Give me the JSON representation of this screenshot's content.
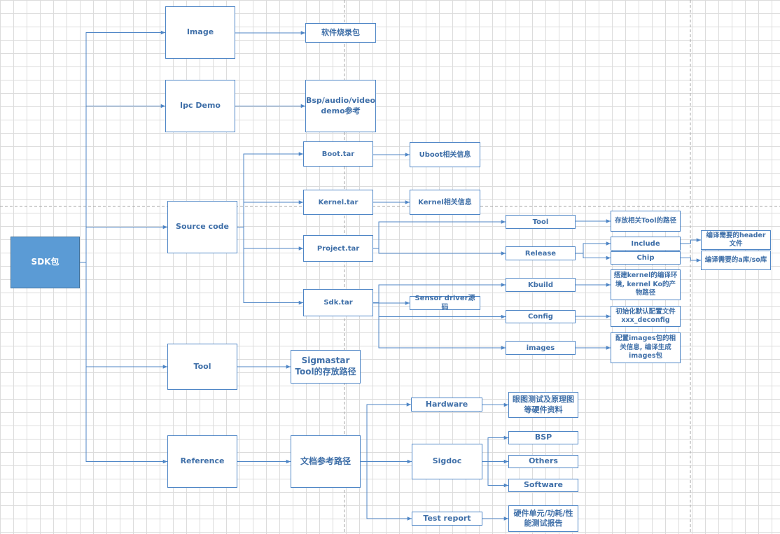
{
  "diagram": {
    "nodes": [
      {
        "id": "sdk",
        "label": "SDK包"
      },
      {
        "id": "image",
        "label": "Image"
      },
      {
        "id": "image_desc",
        "label": "软件烧录包"
      },
      {
        "id": "ipc",
        "label": "Ipc Demo"
      },
      {
        "id": "ipc_desc",
        "label": "Bsp/audio/video demo参考"
      },
      {
        "id": "source",
        "label": "Source code"
      },
      {
        "id": "boot",
        "label": "Boot.tar"
      },
      {
        "id": "boot_desc",
        "label": "Uboot相关信息"
      },
      {
        "id": "kernel",
        "label": "Kernel.tar"
      },
      {
        "id": "kernel_desc",
        "label": "Kernel相关信息"
      },
      {
        "id": "project",
        "label": "Project.tar"
      },
      {
        "id": "sdktar",
        "label": "Sdk.tar"
      },
      {
        "id": "sensor",
        "label": "Sensor driver源码"
      },
      {
        "id": "p_tool",
        "label": "Tool"
      },
      {
        "id": "p_tool_desc",
        "label": "存放相关Tool的路径"
      },
      {
        "id": "release",
        "label": "Release"
      },
      {
        "id": "include",
        "label": "Include"
      },
      {
        "id": "include_desc",
        "label": "编译需要的header文件"
      },
      {
        "id": "chip",
        "label": "Chip"
      },
      {
        "id": "chip_desc",
        "label": "编译需要的a库/so库"
      },
      {
        "id": "kbuild",
        "label": "Kbuild"
      },
      {
        "id": "kbuild_desc",
        "label": "搭建kernel的编译环境, kernel Ko的产物路径"
      },
      {
        "id": "config",
        "label": "Config"
      },
      {
        "id": "config_desc",
        "label": "初始化默认配置文件xxx_deconfig"
      },
      {
        "id": "images",
        "label": "images"
      },
      {
        "id": "images_desc",
        "label": "配置images包的相关信息, 编译生成images包"
      },
      {
        "id": "tool",
        "label": "Tool"
      },
      {
        "id": "tool_desc",
        "label": "Sigmastar Tool的存放路径"
      },
      {
        "id": "reference",
        "label": "Reference"
      },
      {
        "id": "docpath",
        "label": "文档参考路径"
      },
      {
        "id": "hardware",
        "label": "Hardware"
      },
      {
        "id": "hardware_desc",
        "label": "眼图测试及原理图等硬件资料"
      },
      {
        "id": "sigdoc",
        "label": "Sigdoc"
      },
      {
        "id": "bsp",
        "label": "BSP"
      },
      {
        "id": "others",
        "label": "Others"
      },
      {
        "id": "software",
        "label": "Software"
      },
      {
        "id": "testreport",
        "label": "Test report"
      },
      {
        "id": "testreport_desc",
        "label": "硬件单元/功耗/性能测试报告"
      }
    ],
    "edges": [
      [
        "sdk",
        "image"
      ],
      [
        "sdk",
        "ipc"
      ],
      [
        "sdk",
        "source"
      ],
      [
        "sdk",
        "tool"
      ],
      [
        "sdk",
        "reference"
      ],
      [
        "image",
        "image_desc"
      ],
      [
        "ipc",
        "ipc_desc"
      ],
      [
        "source",
        "boot"
      ],
      [
        "source",
        "kernel"
      ],
      [
        "source",
        "project"
      ],
      [
        "source",
        "sdktar"
      ],
      [
        "boot",
        "boot_desc"
      ],
      [
        "kernel",
        "kernel_desc"
      ],
      [
        "project",
        "p_tool"
      ],
      [
        "project",
        "release"
      ],
      [
        "sdktar",
        "kbuild"
      ],
      [
        "sdktar",
        "sensor"
      ],
      [
        "sdktar",
        "config"
      ],
      [
        "sdktar",
        "images"
      ],
      [
        "p_tool",
        "p_tool_desc"
      ],
      [
        "release",
        "include"
      ],
      [
        "release",
        "chip"
      ],
      [
        "include",
        "include_desc"
      ],
      [
        "chip",
        "chip_desc"
      ],
      [
        "kbuild",
        "kbuild_desc"
      ],
      [
        "config",
        "config_desc"
      ],
      [
        "images",
        "images_desc"
      ],
      [
        "tool",
        "tool_desc"
      ],
      [
        "reference",
        "docpath"
      ],
      [
        "docpath",
        "hardware"
      ],
      [
        "docpath",
        "sigdoc"
      ],
      [
        "docpath",
        "testreport"
      ],
      [
        "hardware",
        "hardware_desc"
      ],
      [
        "sigdoc",
        "bsp"
      ],
      [
        "sigdoc",
        "others"
      ],
      [
        "sigdoc",
        "software"
      ],
      [
        "testreport",
        "testreport_desc"
      ]
    ]
  },
  "colors": {
    "connector": "#4f86c6",
    "node_border": "#4f86c6",
    "node_text": "#3f6fa8",
    "root_fill": "#5b9bd5",
    "grid": "#dcdcdc",
    "page_guide": "#a6a6a6"
  }
}
